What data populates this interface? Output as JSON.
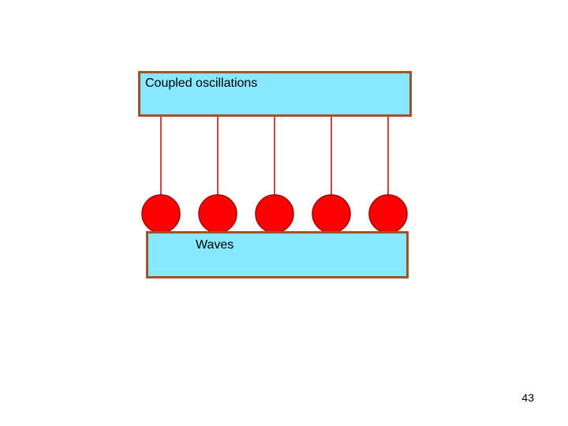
{
  "diagram": {
    "top_box": {
      "label": "Coupled oscillations"
    },
    "bottom_box": {
      "label": "Waves"
    },
    "pendulum_count": 5,
    "colors": {
      "box_fill": "#88e8ff",
      "box_border": "#a0522d",
      "bob_fill": "#ff0000",
      "bob_stroke": "#a00000",
      "string": "#c00000"
    }
  },
  "footer": {
    "page_number": "43"
  }
}
